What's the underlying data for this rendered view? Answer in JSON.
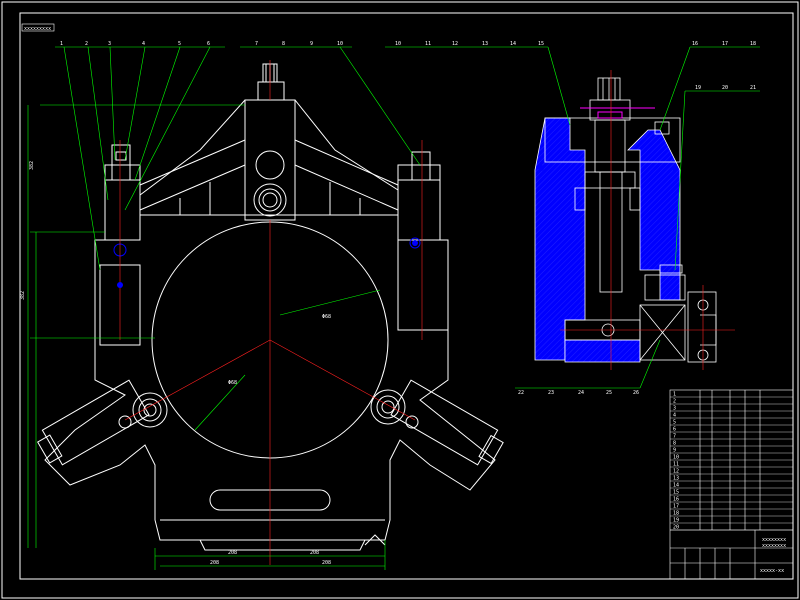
{
  "drawing": {
    "title_tag": "xxxxxxxxx",
    "background": "#000000",
    "colors": {
      "outline": "#ffffff",
      "leader": "#00ff00",
      "center": "#ff2020",
      "hatch": "#0000ff",
      "magenta": "#ff00ff",
      "dim": "#00ff00"
    }
  },
  "callouts_left": [
    "1",
    "2",
    "3",
    "4",
    "5",
    "6",
    "7",
    "8",
    "9",
    "10"
  ],
  "callouts_right": [
    "10",
    "11",
    "12",
    "13",
    "14",
    "15",
    "16",
    "17",
    "18",
    "19",
    "20",
    "21"
  ],
  "callouts_right_bottom": [
    "22",
    "23",
    "24",
    "25",
    "26"
  ],
  "dims": {
    "bottom": [
      "208",
      "208",
      "208",
      "208"
    ],
    "left": [
      "382",
      "382"
    ],
    "inner": [
      "Φ68",
      "Φ68"
    ]
  },
  "title_block": {
    "rows": [
      "1",
      "2",
      "3",
      "4",
      "5",
      "6",
      "7",
      "8",
      "9",
      "10",
      "11",
      "12",
      "13",
      "14",
      "15",
      "16",
      "17",
      "18",
      "19",
      "20"
    ],
    "name_line_1": "xxxxxxxx",
    "name_line_2": "xxxxxxxx",
    "drawing_no": "xxxxx-xx"
  }
}
